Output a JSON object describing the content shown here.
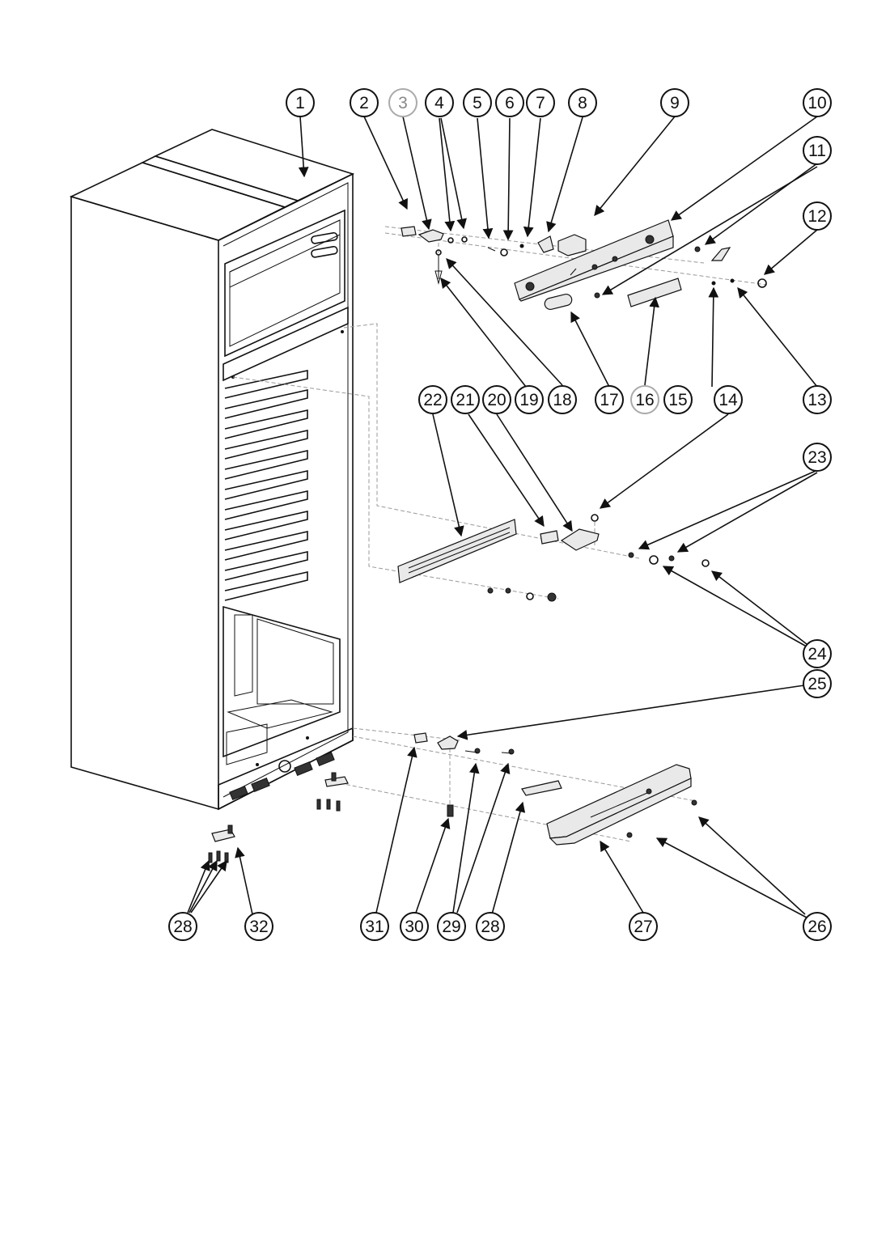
{
  "diagram": {
    "callouts": [
      {
        "label": "1"
      },
      {
        "label": "2"
      },
      {
        "label": "3"
      },
      {
        "label": "4"
      },
      {
        "label": "5"
      },
      {
        "label": "6"
      },
      {
        "label": "7"
      },
      {
        "label": "8"
      },
      {
        "label": "9"
      },
      {
        "label": "10"
      },
      {
        "label": "11"
      },
      {
        "label": "12"
      },
      {
        "label": "13"
      },
      {
        "label": "14"
      },
      {
        "label": "15"
      },
      {
        "label": "16"
      },
      {
        "label": "17"
      },
      {
        "label": "18"
      },
      {
        "label": "19"
      },
      {
        "label": "20"
      },
      {
        "label": "21"
      },
      {
        "label": "22"
      },
      {
        "label": "23"
      },
      {
        "label": "24"
      },
      {
        "label": "25"
      },
      {
        "label": "26"
      },
      {
        "label": "27"
      },
      {
        "label": "28"
      },
      {
        "label": "29"
      },
      {
        "label": "30"
      },
      {
        "label": "31"
      },
      {
        "label": "32"
      },
      {
        "label": "28"
      }
    ]
  }
}
